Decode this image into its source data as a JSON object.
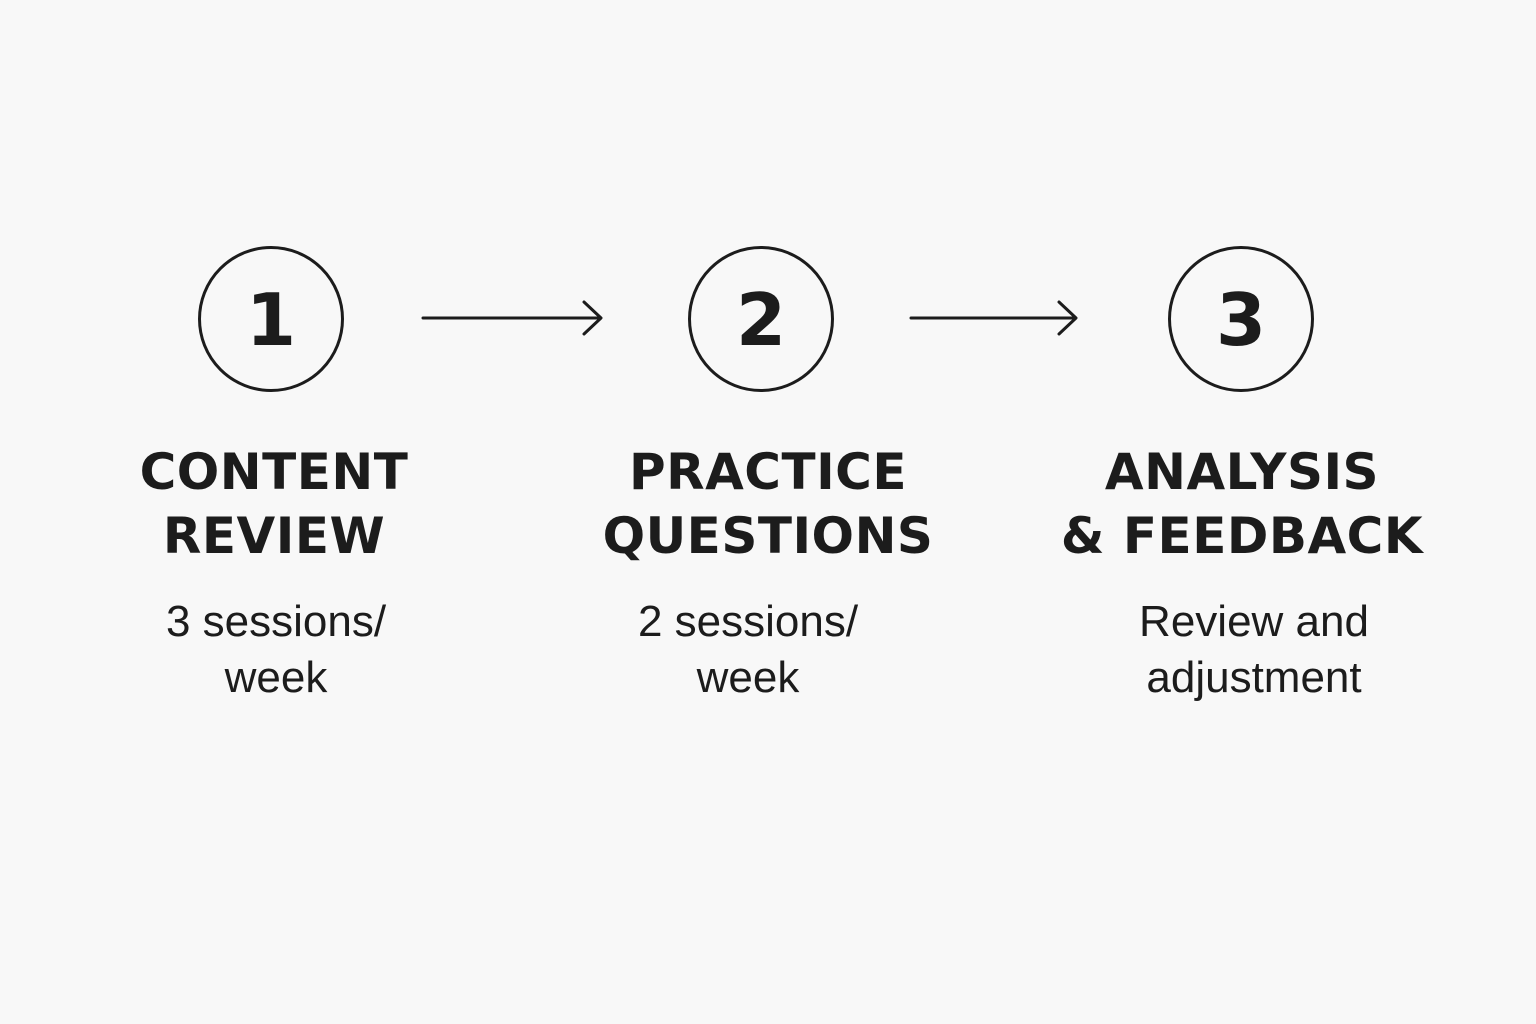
{
  "steps": [
    {
      "number": "1",
      "title_line1": "CONTENT",
      "title_line2": "REVIEW",
      "sub_line1": "3 sessions/",
      "sub_line2": "week"
    },
    {
      "number": "2",
      "title_line1": "PRACTICE",
      "title_line2": "QUESTIONS",
      "sub_line1": "2 sessions/",
      "sub_line2": "week"
    },
    {
      "number": "3",
      "title_line1": "ANALYSIS",
      "title_line2": "& FEEDBACK",
      "sub_line1": "Review and",
      "sub_line2": "adjustment"
    }
  ],
  "colors": {
    "background": "#f8f8f8",
    "ink": "#1c1c1c"
  },
  "icons": [
    "arrow-right-icon",
    "arrow-right-icon"
  ]
}
